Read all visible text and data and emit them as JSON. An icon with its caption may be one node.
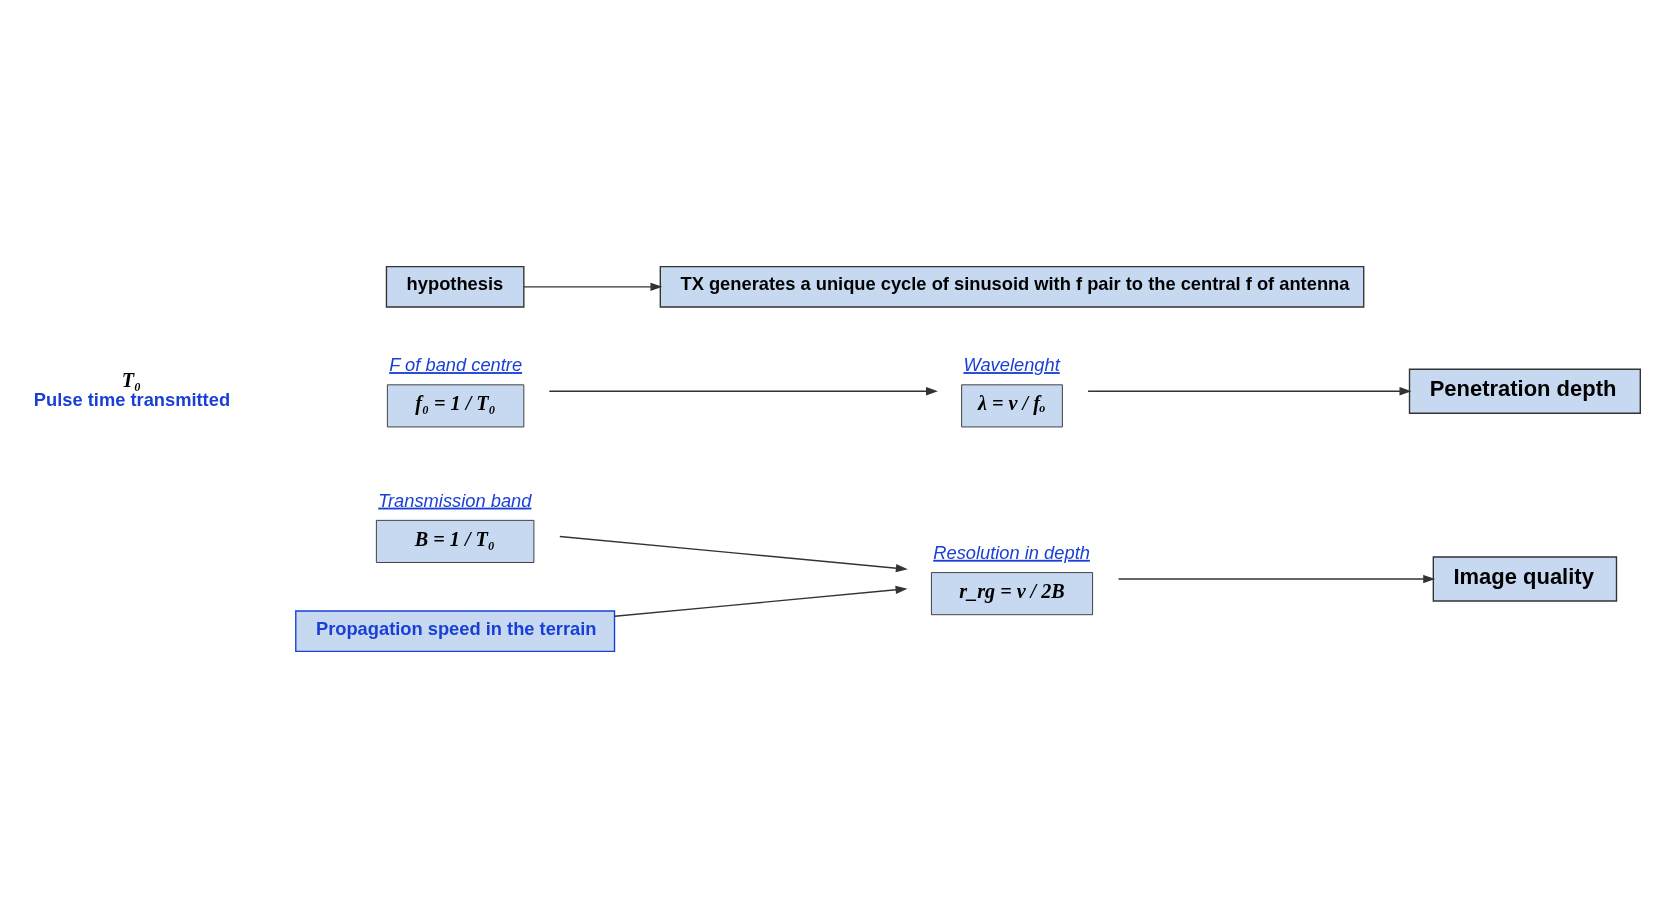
{
  "diagram": {
    "nodes": [
      {
        "text": [
          "hypothesis"
        ]
      },
      {
        "text": [
          "TX generates a unique cycle of sinusoid with f pair to the central f of antenna"
        ]
      },
      {
        "text": [
          "F of band centre",
          "f₀ = 1 / T₀"
        ]
      },
      {
        "text": [
          "Wavelenght",
          "λ = v / fₒ"
        ]
      },
      {
        "text": [
          "Penetration depth"
        ]
      },
      {
        "text": [
          "Transmission band",
          "B = 1 / T₀"
        ]
      },
      {
        "text": [
          "Resolution in depth",
          "r_rg = v / 2B"
        ]
      },
      {
        "text": [
          "Image quality"
        ]
      },
      {
        "text": [
          "Propagation speed in the terrain"
        ]
      }
    ],
    "edges": [
      {
        "from": 0,
        "to": 1,
        "arrow": "to"
      },
      {
        "from": 2,
        "to": 3,
        "arrow": "to"
      },
      {
        "from": 3,
        "to": 4,
        "arrow": "to"
      },
      {
        "from": 5,
        "to": 6,
        "arrow": "to"
      },
      {
        "from": 6,
        "to": 7,
        "arrow": "to"
      },
      {
        "from": 8,
        "to": 6,
        "arrow": "to"
      }
    ],
    "labels": [
      "T₀",
      "Pulse time transmitted"
    ]
  }
}
